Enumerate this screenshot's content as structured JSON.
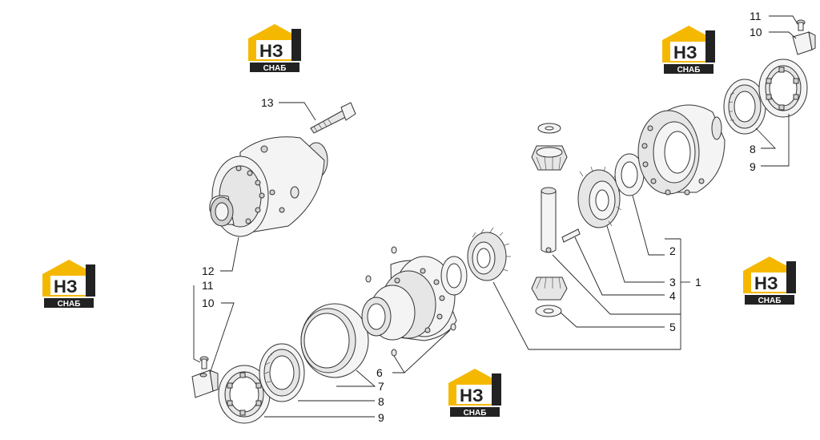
{
  "logo": {
    "letters": "НЗ",
    "caption": "СНАБ",
    "color_yellow": "#F5B800",
    "color_dark": "#222222"
  },
  "callouts": {
    "c13": "13",
    "c12": "12",
    "c11_left": "11",
    "c10_left": "10",
    "c11_right": "11",
    "c10_right": "10",
    "c8_right": "8",
    "c9_right": "9",
    "c2": "2",
    "c3": "3",
    "c1": "1",
    "c4": "4",
    "c5": "5",
    "c6": "6",
    "c7": "7",
    "c8_bottom": "8",
    "c9_bottom": "9"
  }
}
